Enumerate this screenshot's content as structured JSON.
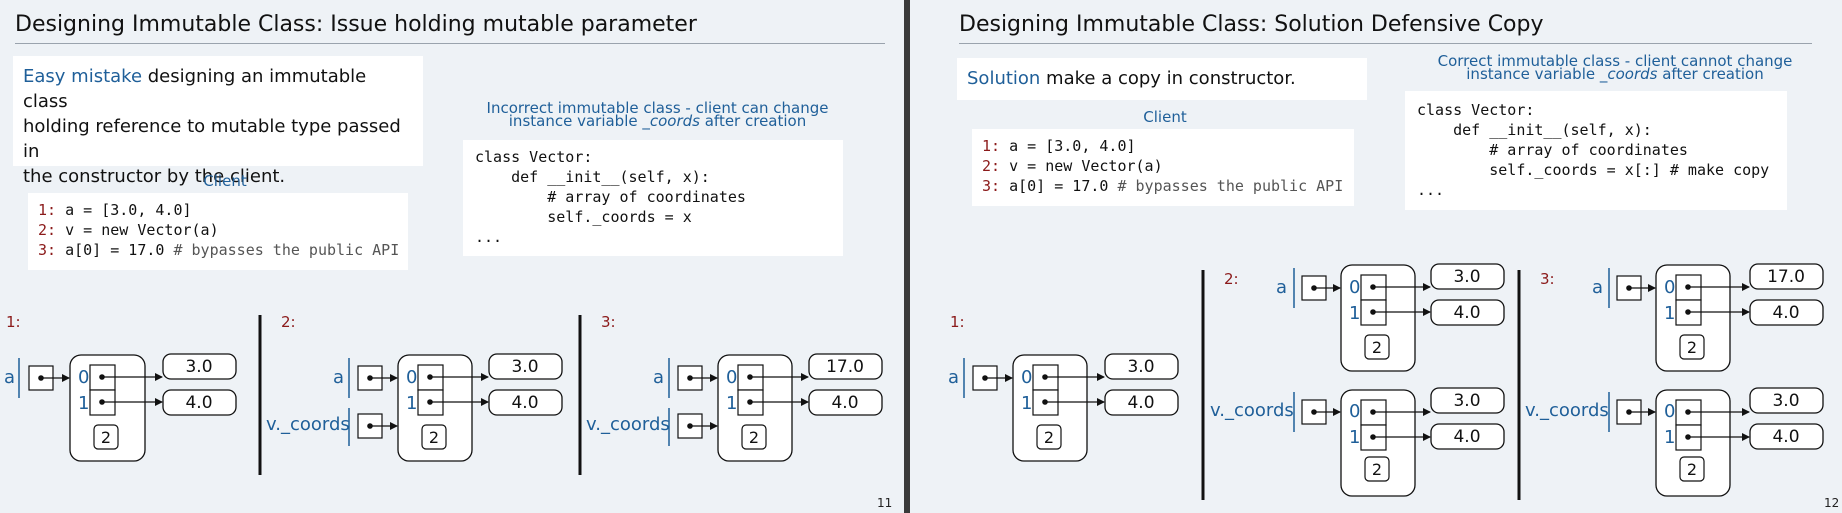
{
  "left": {
    "title": "Designing Immutable Class: Issue holding mutable parameter",
    "intro": {
      "highlight": "Easy mistake",
      "lines": [
        " designing an immutable class",
        "holding reference to mutable type passed in",
        "the constructor by the client."
      ]
    },
    "client_label": "Client",
    "client_code": [
      {
        "n": "1:",
        "code": " a = [3.0, 4.0]",
        "comment": ""
      },
      {
        "n": "2:",
        "code": " v = new Vector(a)",
        "comment": ""
      },
      {
        "n": "3:",
        "code": " a[0] = 17.0 ",
        "comment": "# bypasses the public API"
      }
    ],
    "caption": {
      "line1": "Incorrect immutable class - client can change",
      "line2_pre": "instance variable ",
      "line2_em": "_coords",
      "line2_post": " after creation"
    },
    "class_code": [
      "class Vector:",
      "    def __init__(self, x):",
      "        # array of coordinates",
      "        self._coords = x",
      "..."
    ],
    "steps": [
      {
        "label": "1:",
        "vars": [
          "a"
        ],
        "values": [
          "3.0",
          "4.0"
        ],
        "idx": [
          "0",
          "1"
        ],
        "len": "2"
      },
      {
        "label": "2:",
        "vars": [
          "a",
          "v._coords"
        ],
        "values": [
          "3.0",
          "4.0"
        ],
        "idx": [
          "0",
          "1"
        ],
        "len": "2"
      },
      {
        "label": "3:",
        "vars": [
          "a",
          "v._coords"
        ],
        "values": [
          "17.0",
          "4.0"
        ],
        "idx": [
          "0",
          "1"
        ],
        "len": "2"
      }
    ],
    "page": "11"
  },
  "right": {
    "title": "Designing Immutable Class: Solution Defensive Copy",
    "intro": {
      "highlight": "Solution",
      "rest": " make a copy in constructor."
    },
    "client_label": "Client",
    "client_code": [
      {
        "n": "1:",
        "code": " a = [3.0, 4.0]",
        "comment": ""
      },
      {
        "n": "2:",
        "code": " v = new Vector(a)",
        "comment": ""
      },
      {
        "n": "3:",
        "code": " a[0] = 17.0 ",
        "comment": "# bypasses the public API"
      }
    ],
    "caption": {
      "line1": "Correct immutable class - client cannot change",
      "line2_pre": "instance variable ",
      "line2_em": "_coords",
      "line2_post": " after creation"
    },
    "class_code": [
      "class Vector:",
      "    def __init__(self, x):",
      "        # array of coordinates",
      "        self._coords = x[:] # make copy",
      "..."
    ],
    "steps": [
      {
        "label": "1:",
        "var": "a",
        "values": [
          "3.0",
          "4.0"
        ],
        "idx": [
          "0",
          "1"
        ],
        "len": "2"
      },
      {
        "label": "2:",
        "arrays": [
          {
            "var": "a",
            "values": [
              "3.0",
              "4.0"
            ],
            "idx": [
              "0",
              "1"
            ],
            "len": "2"
          },
          {
            "var": "v._coords",
            "values": [
              "3.0",
              "4.0"
            ],
            "idx": [
              "0",
              "1"
            ],
            "len": "2"
          }
        ]
      },
      {
        "label": "3:",
        "arrays": [
          {
            "var": "a",
            "values": [
              "17.0",
              "4.0"
            ],
            "idx": [
              "0",
              "1"
            ],
            "len": "2"
          },
          {
            "var": "v._coords",
            "values": [
              "3.0",
              "4.0"
            ],
            "idx": [
              "0",
              "1"
            ],
            "len": "2"
          }
        ]
      }
    ],
    "page": "12"
  },
  "colors": {
    "accent": "#1f5f99",
    "line_number": "#8b1a1a",
    "step_label": "#8b1a1a",
    "background": "#eef2f6"
  }
}
